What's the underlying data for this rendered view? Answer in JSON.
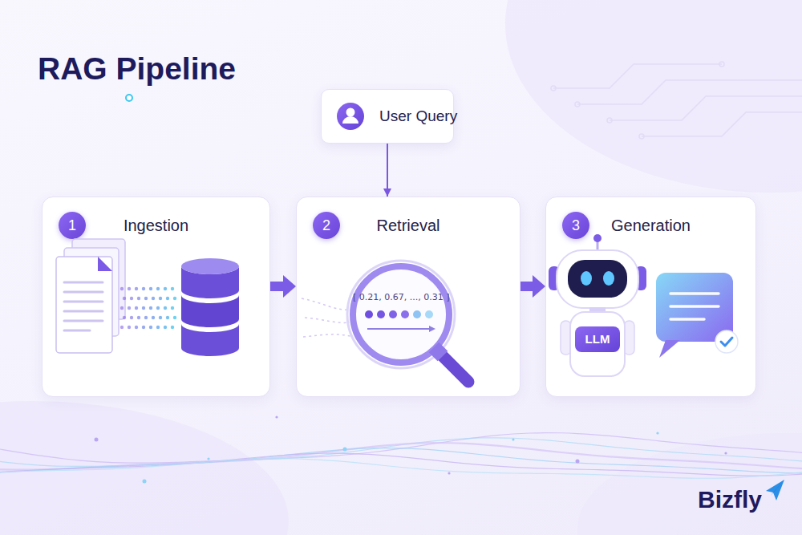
{
  "diagram": {
    "title": "RAG Pipeline",
    "nodes": [
      {
        "text": [
          "User Query"
        ]
      },
      {
        "text": [
          "Ingestion"
        ]
      },
      {
        "text": [
          "1"
        ],
        "in": 1
      },
      {
        "text": [
          "Retrieval"
        ]
      },
      {
        "text": [
          "2"
        ],
        "in": 3
      },
      {
        "text": [
          "Generation"
        ]
      },
      {
        "text": [
          "3"
        ],
        "in": 5
      }
    ],
    "edges": [
      {
        "from": 0,
        "to": 3,
        "arrow": "to"
      },
      {
        "from": 1,
        "to": 3,
        "arrow": "to"
      },
      {
        "from": 3,
        "to": 5,
        "arrow": "to"
      }
    ],
    "labels": [
      "[ 0.21, 0.67, ..., 0.31 ]",
      "LLM",
      "Bizfly"
    ]
  }
}
